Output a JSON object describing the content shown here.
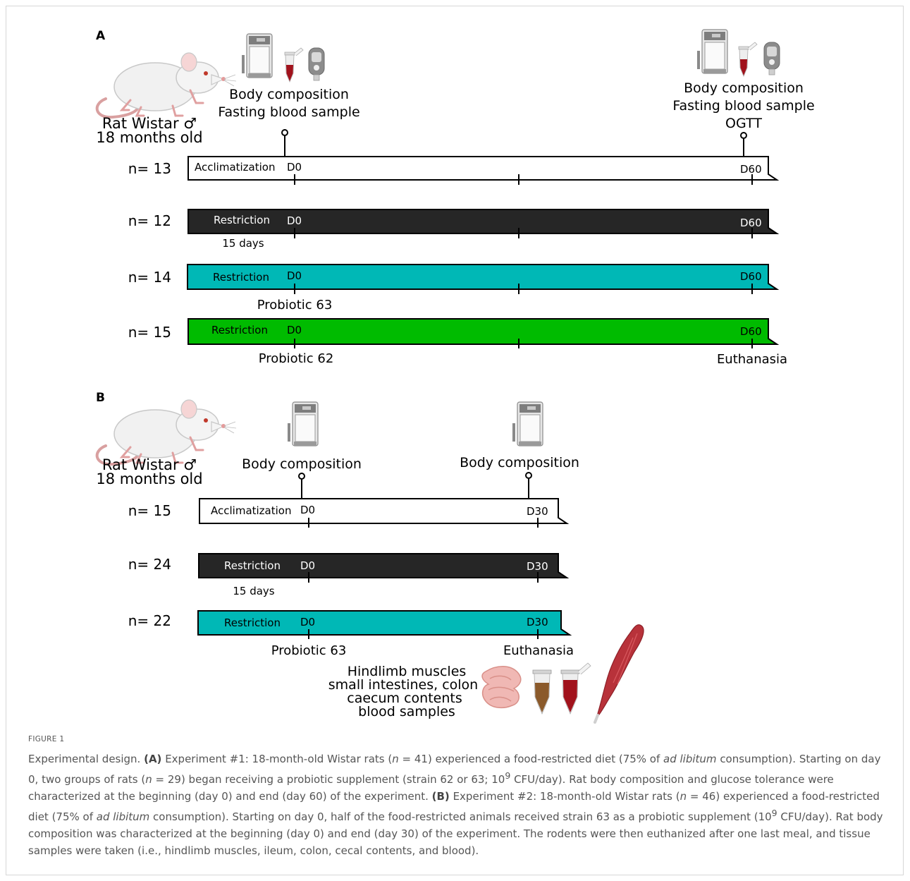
{
  "panel_a": {
    "label": "A",
    "animal_name": "Rat Wistar ♂",
    "animal_age": "18 months old",
    "start_line1": "Body composition",
    "start_line2": "Fasting blood sample",
    "end_line1": "Body composition",
    "end_line2": "Fasting blood sample",
    "end_line3": "OGTT",
    "rows": [
      {
        "n": "n= 13",
        "bar_label": "Acclimatization",
        "day_start": "D0",
        "day_end": "D60",
        "color": "#ffffff",
        "text_color": "#000000",
        "sub_label": ""
      },
      {
        "n": "n= 12",
        "bar_label": "Restriction",
        "day_start": "D0",
        "day_end": "D60",
        "color": "#262626",
        "text_color": "#ffffff",
        "sub_label": "15 days"
      },
      {
        "n": "n= 14",
        "bar_label": "Restriction",
        "day_start": "D0",
        "day_end": "D60",
        "color": "#00b8b6",
        "text_color": "#000000",
        "sub_label": "Probiotic 63"
      },
      {
        "n": "n= 15",
        "bar_label": "Restriction",
        "day_start": "D0",
        "day_end": "D60",
        "color": "#00bb00",
        "text_color": "#000000",
        "sub_label": "Probiotic 62"
      }
    ],
    "end_event": "Euthanasia"
  },
  "panel_b": {
    "label": "B",
    "animal_name": "Rat Wistar ♂",
    "animal_age": "18 months old",
    "start_label": "Body composition",
    "end_label": "Body composition",
    "rows": [
      {
        "n": "n= 15",
        "bar_label": "Acclimatization",
        "day_start": "D0",
        "day_end": "D30",
        "color": "#ffffff",
        "text_color": "#000000",
        "sub_label": ""
      },
      {
        "n": "n= 24",
        "bar_label": "Restriction",
        "day_start": "D0",
        "day_end": "D30",
        "color": "#262626",
        "text_color": "#ffffff",
        "sub_label": "15 days"
      },
      {
        "n": "n= 22",
        "bar_label": "Restriction",
        "day_start": "D0",
        "day_end": "D30",
        "color": "#00b8b6",
        "text_color": "#000000",
        "sub_label": "Probiotic 63"
      }
    ],
    "end_event": "Euthanasia",
    "samples": [
      "Hindlimb muscles",
      "small intestines, colon",
      "caecum contents",
      "blood samples"
    ]
  },
  "caption": {
    "figure_label": "FIGURE 1",
    "lead": "Experimental design. ",
    "a_tag": "(A)",
    "a_text1": " Experiment #1: 18-month-old Wistar rats (",
    "a_n1": "n",
    "a_text2": " = 41) experienced a food-restricted diet (75% of ",
    "a_italic1": "ad libitum",
    "a_text3": " consumption). Starting on day 0, two groups of rats (",
    "a_n2": "n",
    "a_text4": " = 29) began receiving a probiotic supplement (strain 62 or 63; 10",
    "a_sup": "9",
    "a_text5": " CFU/day). Rat body composition and glucose tolerance were characterized at the beginning (day 0) and end (day 60) of the experiment. ",
    "b_tag": "(B)",
    "b_text1": " Experiment #2: 18-month-old Wistar rats (",
    "b_n1": "n",
    "b_text2": " = 46) experienced a food-restricted diet (75% of ",
    "b_italic1": "ad libitum",
    "b_text3": " consumption). Starting on day 0, half of the food-restricted animals received strain 63 as a probiotic supplement (10",
    "b_sup": "9",
    "b_text4": " CFU/day). Rat body composition was characterized at the beginning (day 0) and end (day 30) of the experiment. The rodents were then euthanized after one last meal, and tissue samples were taken (i.e., hindlimb muscles, ileum, colon, cecal contents, and blood)."
  }
}
